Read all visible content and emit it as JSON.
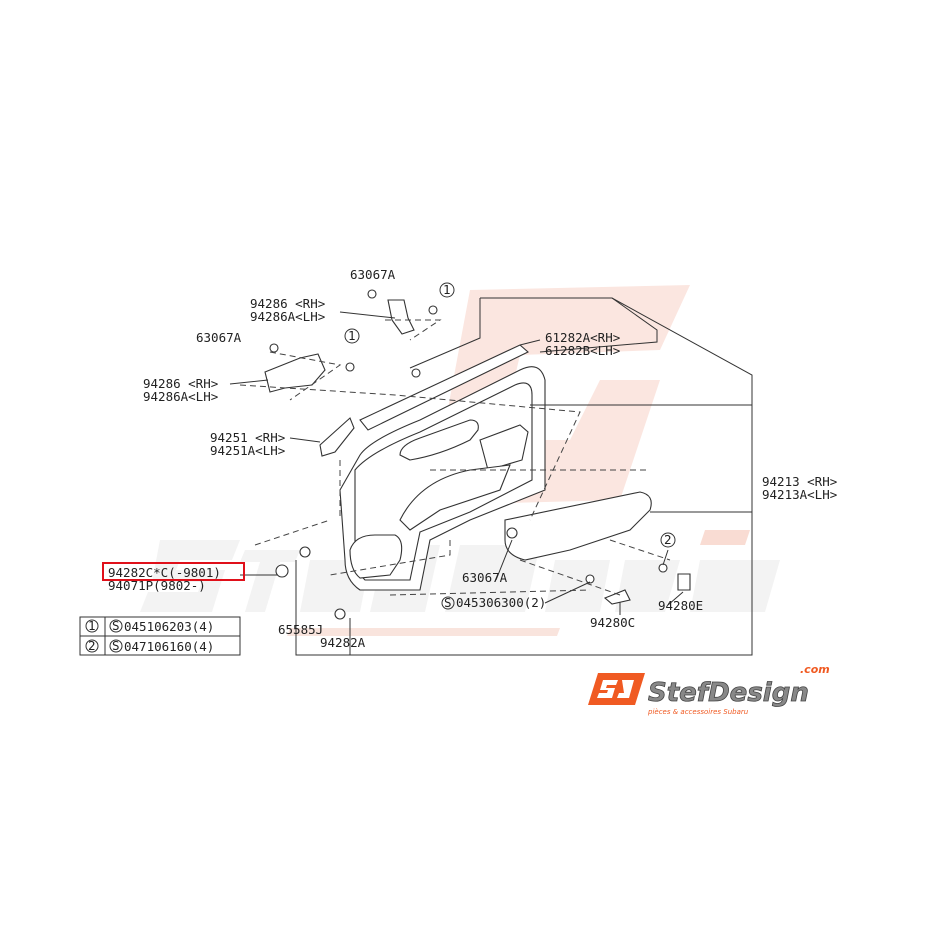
{
  "watermark": {
    "brand": "StefDesign",
    "domain": ".com",
    "tagline": "pièces & accessoires Subaru"
  },
  "labels": {
    "clip_top": "63067A",
    "bracket_upper_rh": "94286 <RH>",
    "bracket_upper_lh": "94286A<LH>",
    "clip_left": "63067A",
    "weatherstrip_rh": "61282A<RH>",
    "weatherstrip_lh": "61282B<LH>",
    "bracket_lower_rh": "94286 <RH>",
    "bracket_lower_lh": "94286A<LH>",
    "cover_rh": "94251 <RH>",
    "cover_lh": "94251A<LH>",
    "panel_rh": "94213 <RH>",
    "panel_lh": "94213A<LH>",
    "highlighted_part": "94282C*C(-9801)",
    "alt_part": "94071P(9802-)",
    "clip_armrest": "63067A",
    "screw_armrest": "045306300(2)",
    "cap_e": "94280E",
    "cap_c": "94280C",
    "clip_65585": "65585J",
    "clip_94282a": "94282A",
    "ref1": "1",
    "ref2": "2",
    "s": "S"
  },
  "legend_table": [
    {
      "ref": "1",
      "part": "045106203(4)"
    },
    {
      "ref": "2",
      "part": "047106160(4)"
    }
  ],
  "colors": {
    "highlight": "#e0101a",
    "logo_orange": "#f05a22",
    "logo_gray": "#777777"
  }
}
